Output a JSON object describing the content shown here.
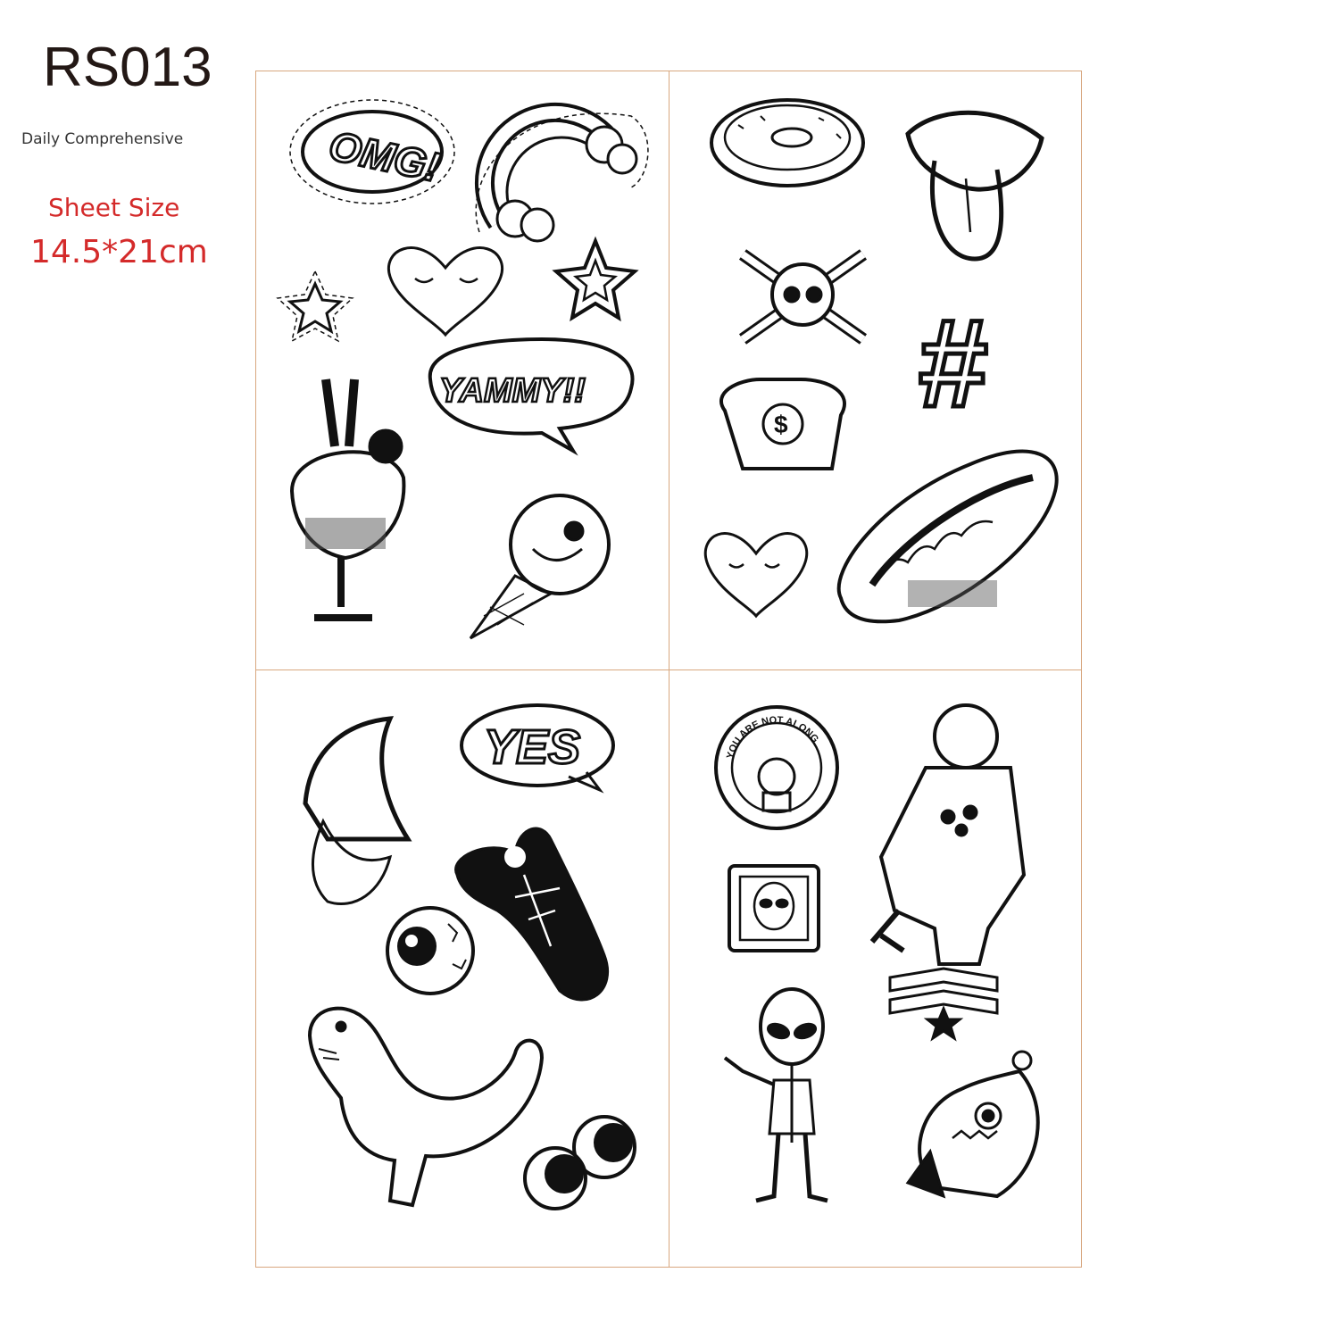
{
  "header": {
    "product_code": "RS013",
    "category": "Daily Comprehensive",
    "size_label": "Sheet Size",
    "size_value": "14.5*21cm"
  },
  "stickers": {
    "omg": "OMG!",
    "yammy": "YAMMY!!",
    "yes": "YES",
    "hashtag": "#",
    "alien_badge": "YOU ARE NOT ALONG",
    "shirt_symbol": "$"
  },
  "colors": {
    "code_text": "#231815",
    "accent_red": "#d42a2a",
    "sheet_border": "#d8a77f",
    "ink": "#111111"
  }
}
